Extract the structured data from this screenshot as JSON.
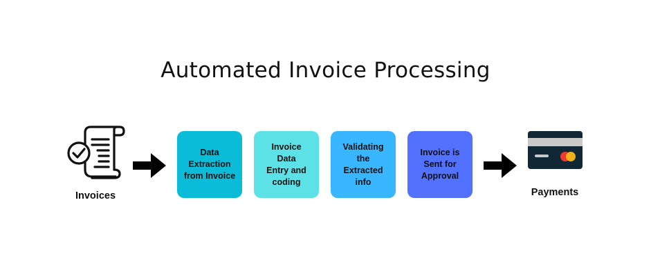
{
  "title": "Automated Invoice Processing",
  "start": {
    "label": "Invoices",
    "icon": "invoice-scroll-checkmark-icon"
  },
  "steps": [
    {
      "label": "Data\nExtraction\nfrom Invoice",
      "color": "#0bbcd8"
    },
    {
      "label": "Invoice\nData\nEntry and\ncoding",
      "color": "#5ce1e6"
    },
    {
      "label": "Validating\nthe\nExtracted\ninfo",
      "color": "#38b6ff"
    },
    {
      "label": "Invoice is\nSent for\nApproval",
      "color": "#5271ff"
    }
  ],
  "end": {
    "label": "Payments",
    "icon": "credit-card-icon"
  },
  "arrow_icon": "right-arrow-icon"
}
